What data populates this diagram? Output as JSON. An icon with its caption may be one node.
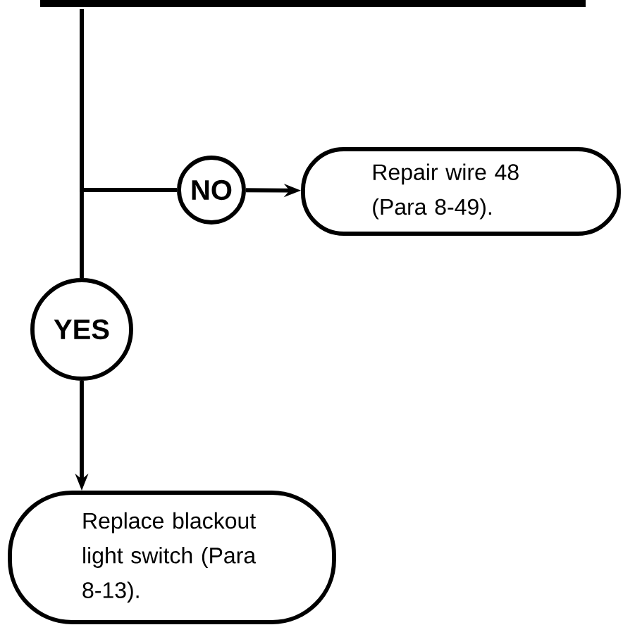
{
  "diagram": {
    "nodes": [
      {
        "text": [],
        "shape": "bar"
      },
      {
        "text": [
          "NO"
        ]
      },
      {
        "text": [
          "Repair wire 48 (Para 8-49)."
        ]
      },
      {
        "text": [
          "YES"
        ]
      },
      {
        "text": [
          "Replace blackout light switch (Para 8-13)."
        ]
      }
    ],
    "edges": [
      {
        "from": 0,
        "to": 1,
        "arrow": "none"
      },
      {
        "from": 1,
        "to": 2,
        "arrow": "to"
      },
      {
        "from": 0,
        "to": 3,
        "arrow": "none"
      },
      {
        "from": 3,
        "to": 4,
        "arrow": "to"
      }
    ]
  }
}
